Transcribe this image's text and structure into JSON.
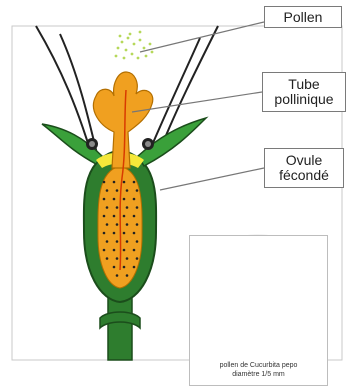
{
  "labels": {
    "pollen": "Pollen",
    "tube_line1": "Tube",
    "tube_line2": "pollinique",
    "ovule_line1": "Ovule",
    "ovule_line2": "fécondé"
  },
  "photo_caption": {
    "line1": "pollen de Cucurbita pepo",
    "line2": "diamètre 1/5 mm"
  },
  "colors": {
    "receptacle_green": "#2e7d2e",
    "ovary_inner": "#f0a020",
    "pistil_orange": "#f0a020",
    "pollen_grain": "#c6d89a"
  }
}
